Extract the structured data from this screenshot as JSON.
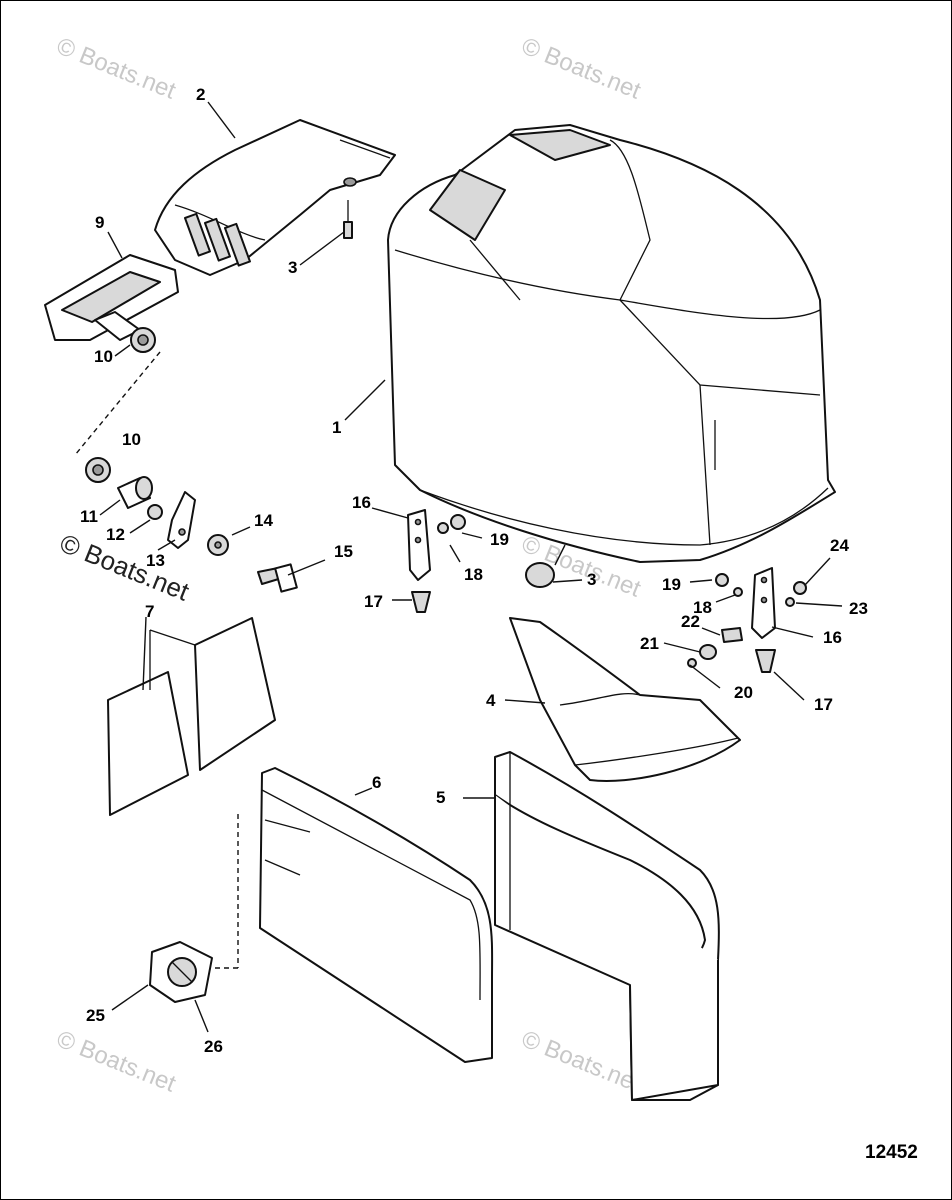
{
  "watermarks": {
    "top_left": "© Boats.net",
    "top_right": "© Boats.net",
    "middle": "© Boats.net",
    "bottom_left": "© Boats.net",
    "bottom_right": "© Boats.net"
  },
  "figure_number": "12452",
  "callouts": {
    "c1": "1",
    "c2": "2",
    "c3a": "3",
    "c3b": "3",
    "c4": "4",
    "c5": "5",
    "c6": "6",
    "c7": "7",
    "c9": "9",
    "c10a": "10",
    "c10b": "10",
    "c11": "11",
    "c12": "12",
    "c13": "13",
    "c14": "14",
    "c15": "15",
    "c16a": "16",
    "c16b": "16",
    "c17a": "17",
    "c17b": "17",
    "c18a": "18",
    "c18b": "18",
    "c19a": "19",
    "c19b": "19",
    "c20": "20",
    "c21": "21",
    "c22": "22",
    "c23": "23",
    "c24": "24",
    "c25": "25",
    "c26": "26"
  }
}
